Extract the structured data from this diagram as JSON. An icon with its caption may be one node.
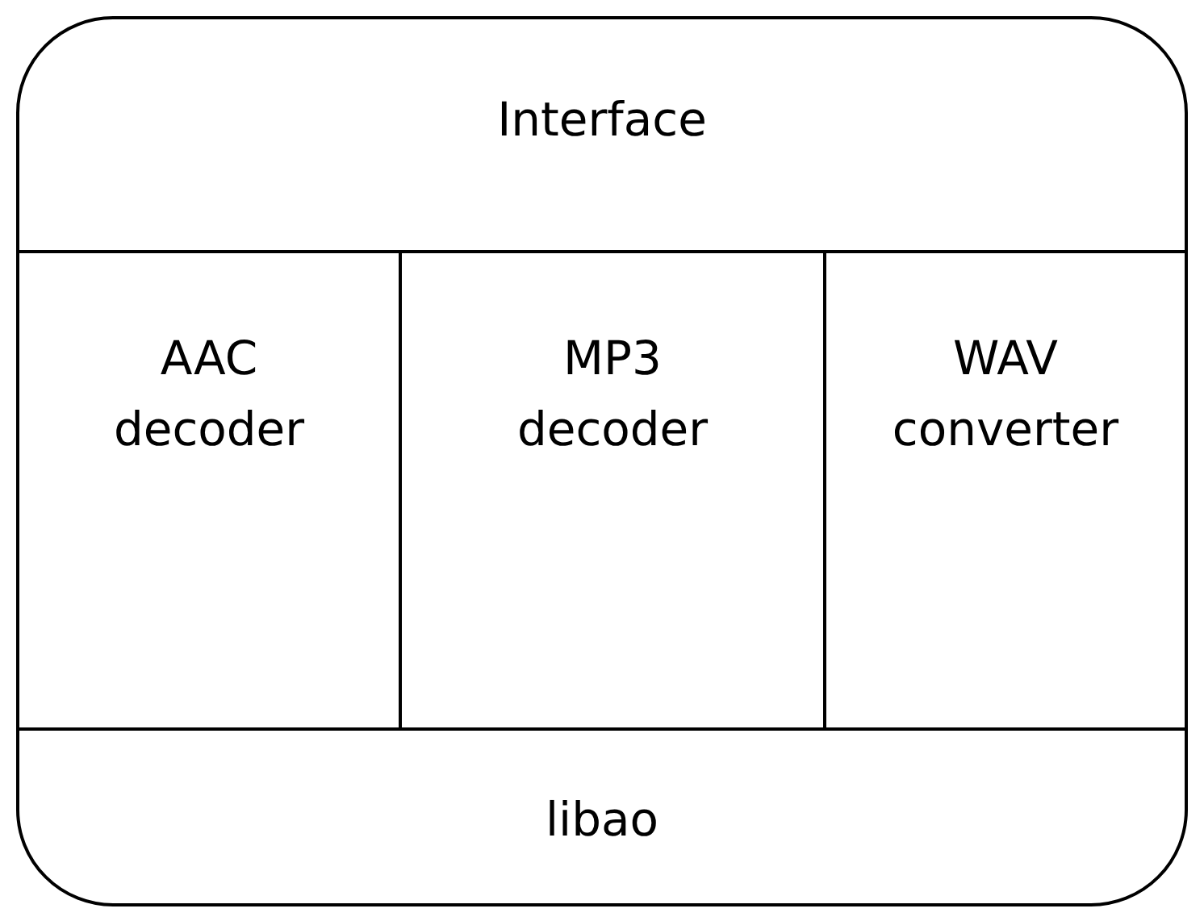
{
  "diagram": {
    "nodes": [
      {
        "text": [],
        "shape": "box"
      },
      {
        "text": [
          "Interface"
        ],
        "in": 0
      },
      {
        "text": [
          "AAC decoder"
        ],
        "in": 0
      },
      {
        "text": [
          "MP3 decoder"
        ],
        "in": 0
      },
      {
        "text": [
          "WAV converter"
        ],
        "in": 0
      },
      {
        "text": [
          "libao"
        ],
        "in": 0
      }
    ],
    "edges": []
  }
}
